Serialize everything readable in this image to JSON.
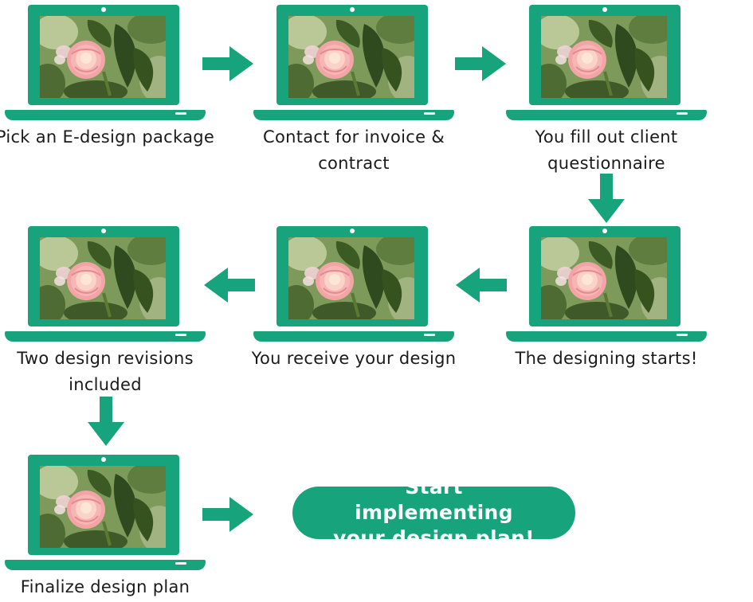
{
  "colors": {
    "accent": "#17a37b",
    "text": "#1a1a1a",
    "background": "#ffffff"
  },
  "icons": {
    "laptop": "laptop-icon",
    "arrow": "arrow-icon"
  },
  "steps": [
    {
      "caption": "Pick an E-design package"
    },
    {
      "caption": "Contact for invoice & contract"
    },
    {
      "caption": "You fill out client questionnaire"
    },
    {
      "caption": "The designing starts!"
    },
    {
      "caption": "You receive your design"
    },
    {
      "caption": "Two design revisions included"
    },
    {
      "caption": "Finalize design plan"
    }
  ],
  "cta": {
    "label": "Start implementing your design plan!"
  }
}
